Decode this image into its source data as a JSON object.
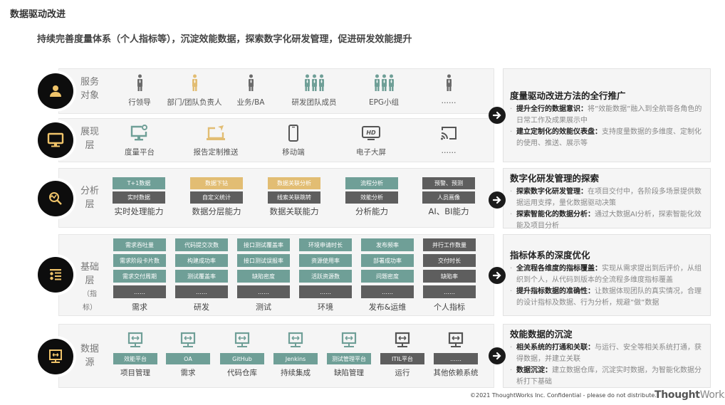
{
  "title": "数据驱动改进",
  "subtitle": "持续完善度量体系（个人指标等），沉淀效能数据，探索数字化研发管理，促进研发效能提升",
  "colors": {
    "teal": "#6f9f97",
    "gold": "#e2bd73",
    "dark": "#5e5e5e",
    "icon_gold": "#f0c46a"
  },
  "rows": {
    "service": {
      "label": [
        "服务",
        "对象"
      ],
      "icon": "person-icon",
      "items": [
        {
          "label": "行领导",
          "icon": "person-icon",
          "count": 1,
          "color": "gray"
        },
        {
          "label": "部门/团队负责人",
          "icon": "person-icon",
          "count": 1,
          "color": "gold"
        },
        {
          "label": "业务/BA",
          "icon": "person-icon",
          "count": 1,
          "color": "gray"
        },
        {
          "label": "研发团队成员",
          "icon": "group-icon",
          "count": 3,
          "color": "teal"
        },
        {
          "label": "EPG小组",
          "icon": "group-icon",
          "count": 3,
          "color": "teal"
        },
        {
          "label": "……",
          "icon": "person-icon",
          "count": 1,
          "color": "gray"
        }
      ]
    },
    "display": {
      "label": [
        "展现",
        "层"
      ],
      "icon": "monitor-icon",
      "items": [
        {
          "label": "度量平台",
          "icon": "monitor-gear-icon"
        },
        {
          "label": "报告定制推送",
          "icon": "laptop-send-icon"
        },
        {
          "label": "移动端",
          "icon": "mobile-icon"
        },
        {
          "label": "电子大屏",
          "icon": "hd-screen-icon"
        },
        {
          "label": "……",
          "icon": "cast-icon"
        }
      ]
    },
    "analysis": {
      "label": [
        "分析",
        "层"
      ],
      "icon": "search-analytics-icon",
      "columns": [
        {
          "label": "实时处理能力",
          "boxes": [
            {
              "text": "T+1数据",
              "color": "teal"
            },
            {
              "text": "实时数据",
              "color": "dark"
            }
          ]
        },
        {
          "label": "数据分层能力",
          "boxes": [
            {
              "text": "数据下钻",
              "color": "gold"
            },
            {
              "text": "自定义统计",
              "color": "dark"
            }
          ]
        },
        {
          "label": "数据关联能力",
          "boxes": [
            {
              "text": "数据关联分析",
              "color": "gold"
            },
            {
              "text": "线索关联跳转",
              "color": "dark"
            }
          ]
        },
        {
          "label": "分析能力",
          "boxes": [
            {
              "text": "流程分析",
              "color": "teal"
            },
            {
              "text": "效能分析",
              "color": "dark"
            }
          ]
        },
        {
          "label": "AI、BI能力",
          "boxes": [
            {
              "text": "预警、预测",
              "color": "dark"
            },
            {
              "text": "人员画像",
              "color": "dark"
            }
          ]
        }
      ]
    },
    "base": {
      "label": [
        "基础",
        "层"
      ],
      "sublabel": "（指标）",
      "icon": "list-icon",
      "columns": [
        {
          "label": "需求",
          "boxes": [
            {
              "text": "需求吞吐量",
              "color": "teal"
            },
            {
              "text": "需求阶段卡片数",
              "color": "teal"
            },
            {
              "text": "需求交付周期",
              "color": "teal"
            },
            {
              "text": "……",
              "color": "dark"
            }
          ]
        },
        {
          "label": "研发",
          "boxes": [
            {
              "text": "代码提交次数",
              "color": "teal"
            },
            {
              "text": "构建成功率",
              "color": "teal"
            },
            {
              "text": "测试覆盖率",
              "color": "teal"
            },
            {
              "text": "……",
              "color": "dark"
            }
          ]
        },
        {
          "label": "测试",
          "boxes": [
            {
              "text": "接口测试覆盖率",
              "color": "teal"
            },
            {
              "text": "接口测试误报率",
              "color": "teal"
            },
            {
              "text": "缺陷密度",
              "color": "teal"
            },
            {
              "text": "……",
              "color": "dark"
            }
          ]
        },
        {
          "label": "环境",
          "boxes": [
            {
              "text": "环境申请时长",
              "color": "teal"
            },
            {
              "text": "资源使用率",
              "color": "teal"
            },
            {
              "text": "活跃资源数",
              "color": "teal"
            },
            {
              "text": "……",
              "color": "dark"
            }
          ]
        },
        {
          "label": "发布&运维",
          "boxes": [
            {
              "text": "发布频率",
              "color": "teal"
            },
            {
              "text": "部署成功率",
              "color": "teal"
            },
            {
              "text": "问题密度",
              "color": "teal"
            },
            {
              "text": "……",
              "color": "dark"
            }
          ]
        },
        {
          "label": "个人指标",
          "boxes": [
            {
              "text": "并行工作数量",
              "color": "dark"
            },
            {
              "text": "交付时长",
              "color": "dark"
            },
            {
              "text": "缺陷率",
              "color": "dark"
            },
            {
              "text": "……",
              "color": "dark"
            }
          ]
        }
      ]
    },
    "source": {
      "label": [
        "数据",
        "源"
      ],
      "icon": "data-terminal-icon",
      "columns": [
        {
          "box": "效能平台",
          "label": "项目管理",
          "color": "teal"
        },
        {
          "box": "OA",
          "label": "需求",
          "color": "teal"
        },
        {
          "box": "GitHub",
          "label": "代码仓库",
          "color": "teal"
        },
        {
          "box": "Jenkins",
          "label": "持续集成",
          "color": "teal"
        },
        {
          "box": "测试管理平台",
          "label": "缺陷管理",
          "color": "teal"
        },
        {
          "box": "ITIL平台",
          "label": "运行",
          "color": "dark"
        },
        {
          "box": "……",
          "label": "其他依赖系统",
          "color": "dark"
        }
      ]
    }
  },
  "right_panels": [
    {
      "title": "度量驱动改进方法的全行推广",
      "bullets": [
        {
          "bold": "提升全行的数据意识：",
          "text": "将”效能数据”融入到全航哥各角色的日常工作及成果展示中"
        },
        {
          "bold": "建立定制化的效能仪表盘：",
          "text": "支持度量数据的多维度、定制化的使用、推送、展示等"
        }
      ]
    },
    {
      "title": "数字化研发管理的探索",
      "bullets": [
        {
          "bold": "探索数字化研发管理：",
          "text": "在项目交付中，各阶段多场景提供数据运用支撑，量化数据驱动决策"
        },
        {
          "bold": "探索智能化的数据分析：",
          "text": "通过大数据AI分析，探索智能化效能及项目分析"
        }
      ]
    },
    {
      "title": "指标体系的深度优化",
      "bullets": [
        {
          "bold": "全流程各维度的指标覆盖：",
          "text": "实现从需求提出到后评价，从组织到个人，从代码到版本的全流程多维度指标覆盖"
        },
        {
          "bold": "提升指标数据的准确性：",
          "text": "让数据体现团队的真实情况，合理的设计指标及数据、行为分析，规避”做”数据"
        }
      ]
    },
    {
      "title": "效能数据的沉淀",
      "bullets": [
        {
          "bold": "相关系统的打通和关联：",
          "text": "与运行、安全等相关系统打通，获得数据，并建立关联"
        },
        {
          "bold": "数据沉淀：",
          "text": "建立数据仓库，沉淀实时数据，为智能化数据分析打下基础"
        }
      ]
    }
  ],
  "footer": {
    "copyright": "©2021 ThoughtWorks Inc.  Confidential - please do not distribute.",
    "logo_bold": "Thought",
    "logo_light": "Works"
  }
}
